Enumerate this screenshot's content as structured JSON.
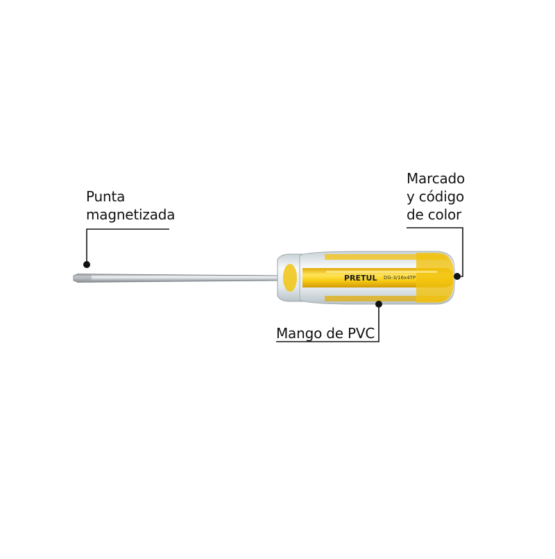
{
  "callouts": {
    "tip": {
      "line1": "Punta",
      "line2": "magnetizada"
    },
    "marking": {
      "line1": "Marcado",
      "line2": "y código",
      "line3": "de color"
    },
    "handle": {
      "text": "Mango de PVC"
    }
  },
  "handle_print": {
    "brand": "PRETUL",
    "code": "DG-3/16x4TP"
  },
  "colors": {
    "handle_yellow": "#f2c80f",
    "handle_clear": "#e9eef0",
    "shaft_steel": "#b8bec3",
    "callout_line": "#111111"
  }
}
